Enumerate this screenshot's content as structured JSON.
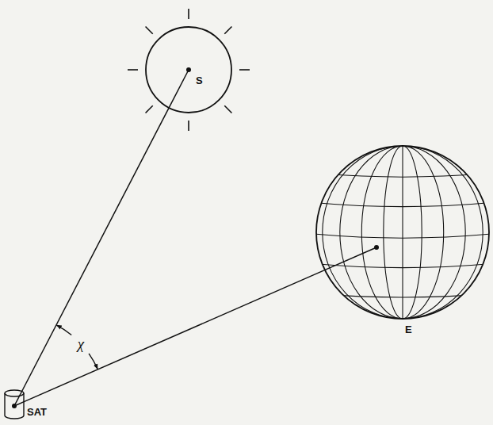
{
  "diagram": {
    "nodes": [
      {
        "text": [
          "S"
        ]
      },
      {
        "text": [
          "E"
        ]
      },
      {
        "text": [
          "SAT"
        ]
      }
    ],
    "edges": [
      {
        "from": 2,
        "to": 0,
        "arrow": "none"
      },
      {
        "from": 2,
        "to": 1,
        "arrow": "none"
      }
    ],
    "labels": [
      "χ"
    ]
  }
}
